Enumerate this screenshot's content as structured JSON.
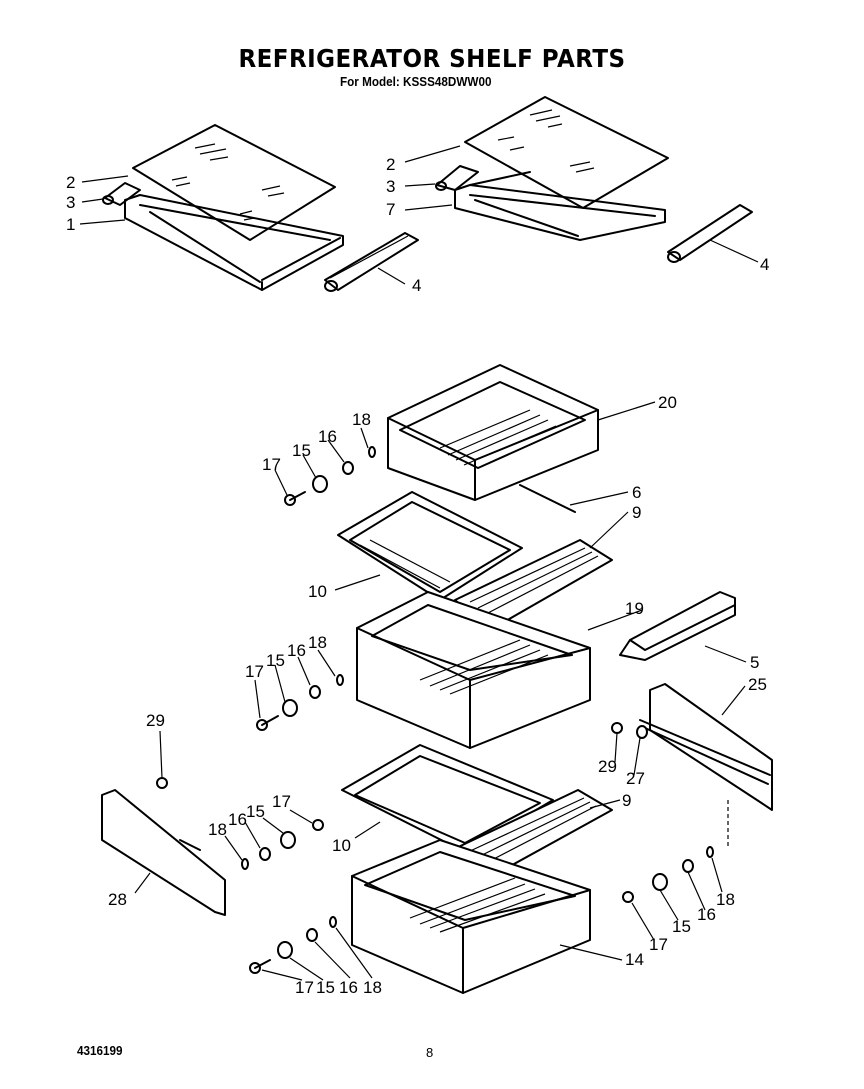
{
  "header": {
    "title": "REFRIGERATOR SHELF PARTS",
    "model_line": "For Model: KSSS48DWW00"
  },
  "footer": {
    "doc_number": "4316199",
    "page_number": "8"
  },
  "callouts": {
    "c1": "1",
    "c2a": "2",
    "c3a": "3",
    "c4a": "4",
    "c2b": "2",
    "c3b": "3",
    "c7": "7",
    "c4b": "4",
    "c20": "20",
    "c18a": "18",
    "c16a": "16",
    "c15a": "15",
    "c17a": "17",
    "c6": "6",
    "c9a": "9",
    "c10a": "10",
    "c19": "19",
    "c17b": "17",
    "c15b": "15",
    "c16b": "16",
    "c18b": "18",
    "c5": "5",
    "c25": "25",
    "c29a": "29",
    "c29b": "29",
    "c27": "27",
    "c28": "28",
    "c18c": "18",
    "c16c": "16",
    "c15c": "15",
    "c17c": "17",
    "c10b": "10",
    "c9b": "9",
    "c14": "14",
    "c17d": "17",
    "c15d": "15",
    "c16d": "16",
    "c18d": "18",
    "c17e": "17",
    "c15e": "15",
    "c16e": "16",
    "c18e": "18"
  }
}
